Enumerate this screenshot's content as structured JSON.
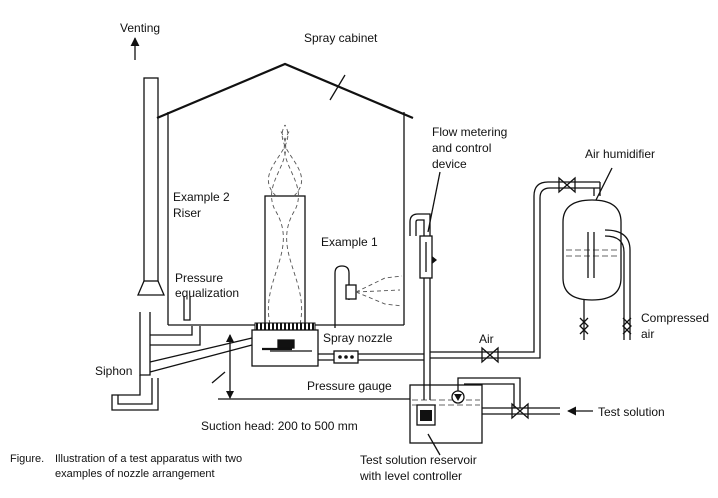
{
  "labels": {
    "venting": "Venting",
    "spray_cabinet": "Spray cabinet",
    "flow_metering": [
      "Flow metering",
      "and control",
      "device"
    ],
    "air_humidifier": "Air humidifier",
    "example2": [
      "Example 2",
      "Riser"
    ],
    "example1": "Example 1",
    "pressure_equalization": [
      "Pressure",
      "equalization"
    ],
    "spray_nozzle": "Spray nozzle",
    "air": "Air",
    "compressed_air": [
      "Compressed",
      "air"
    ],
    "siphon": "Siphon",
    "pressure_gauge": "Pressure gauge",
    "suction_head": "Suction head: 200 to 500 mm",
    "test_solution": "Test solution",
    "reservoir": [
      "Test solution reservoir",
      "with level controller"
    ]
  },
  "caption": {
    "prefix": "Figure.",
    "lines": [
      "Illustration of a test apparatus with two",
      "examples of nozzle arrangement"
    ]
  }
}
